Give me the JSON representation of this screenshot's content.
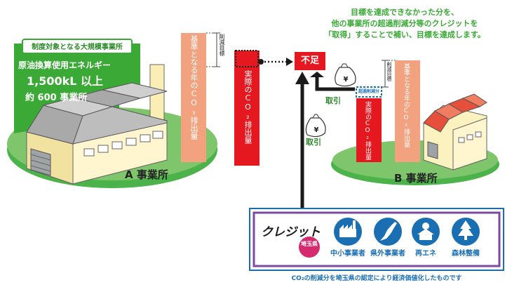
{
  "note": {
    "line1": "目標を達成できなかった分を、",
    "line2": "他の事業所の超過削減分等のクレジットを",
    "line3": "「取得」することで補い、目標を達成します。"
  },
  "facility_a": {
    "box_title": "制度対象となる大規模事業所",
    "criteria_label": "原油換算使用エネルギー",
    "criteria_value": "1,500kL 以上",
    "count": "約 600 事業所",
    "name": "A 事業所",
    "baseline_bar": "基準となる年のCO₂排出量",
    "reduction_target": "削減目標",
    "actual_bar": "実際のCO₂排出量"
  },
  "shortfall": "不足",
  "trade_label": "取引",
  "trade_label_2": "取引",
  "facility_b": {
    "name": "B 事業所",
    "actual_bar": "実際のCO₂排出量",
    "baseline_bar": "基準となる年のCO₂排出量",
    "reduction_target": "削減目標",
    "excess_reduction": "超過削減分"
  },
  "credit_panel": {
    "title": "クレジット",
    "seal_text": "埼玉県",
    "items": [
      {
        "label": "中小事業者",
        "icon": "factory-icon"
      },
      {
        "label": "県外事業者",
        "icon": "japan-map-icon"
      },
      {
        "label": "再エネ",
        "icon": "solar-house-icon"
      },
      {
        "label": "森林整備",
        "icon": "tree-icon"
      }
    ],
    "footnote": "CO₂の削減分を埼玉県の認定により経済価値化したものです"
  },
  "colors": {
    "green": "#3aa935",
    "baseline_salmon": "#f2a27f",
    "actual_red": "#e5171f",
    "credit_blue": "#1a6fb3"
  }
}
